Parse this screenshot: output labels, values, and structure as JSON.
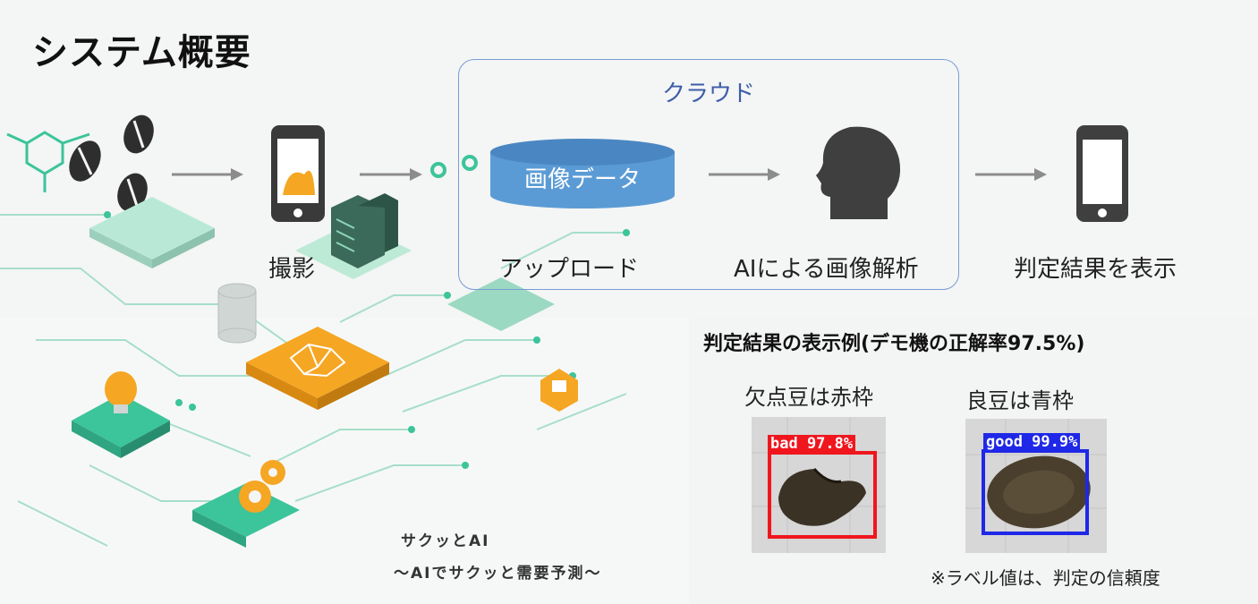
{
  "title": "システム概要",
  "cloud": {
    "label": "クラウド",
    "database_label": "画像データ"
  },
  "steps": [
    {
      "label": "撮影"
    },
    {
      "label": "アップロード"
    },
    {
      "label": "AIによる画像解析"
    },
    {
      "label": "判定結果を表示"
    }
  ],
  "example": {
    "title": "判定結果の表示例(デモ機の正解率97.5%)",
    "bad": {
      "caption": "欠点豆は赤枠",
      "detection": "bad 97.8%",
      "color": "#f0161e"
    },
    "good": {
      "caption": "良豆は青枠",
      "detection": "good 99.9%",
      "color": "#1f28e6"
    },
    "footnote": "※ラベル値は、判定の信頼度"
  },
  "brand": {
    "line1": "サクッとAI",
    "line2": "〜AIでサクッと需要予測〜"
  },
  "colors": {
    "cloud_db": "#5b9bd5",
    "cloud_border": "#7a9cd6",
    "icon": "#3f3f3f",
    "arrow": "#8c8c8c",
    "chip": "#f5a623",
    "circuit": "#3cc49a"
  }
}
